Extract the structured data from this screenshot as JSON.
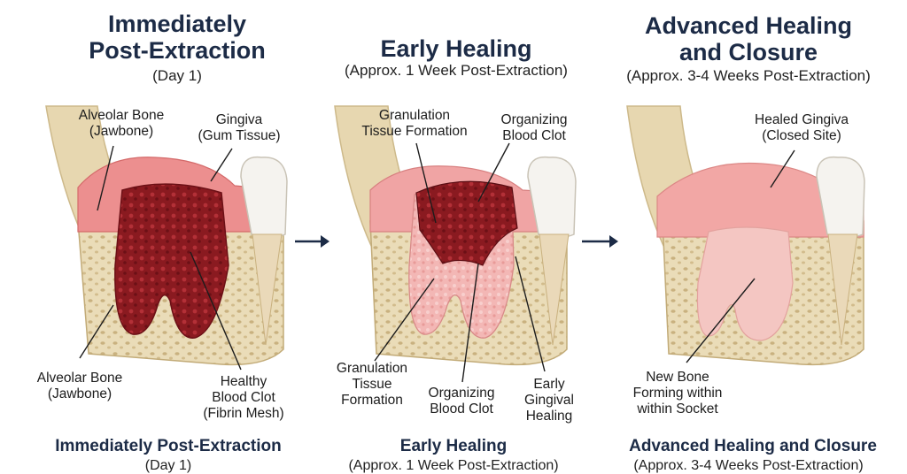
{
  "panels": [
    {
      "title_line1": "Immediately",
      "title_line2": "Post-Extraction",
      "subtitle": "(Day 1)",
      "labels": {
        "alveolar_top": [
          "Alveolar Bone",
          "(Jawbone)"
        ],
        "gingiva": [
          "Gingiva",
          "(Gum Tissue)"
        ],
        "alveolar_bottom": [
          "Alveolar Bone",
          "(Jawbone)"
        ],
        "clot": [
          "Healthy",
          "Blood Clot",
          "(Fibrin Mesh)"
        ]
      },
      "footer_title": "Immediately Post-Extraction",
      "footer_sub": "(Day 1)"
    },
    {
      "title": "Early Healing",
      "subtitle": "(Approx. 1 Week Post-Extraction)",
      "labels": {
        "granulation_top": [
          "Granulation",
          "Tissue Formation"
        ],
        "organizing_top": [
          "Organizing",
          "Blood Clot"
        ],
        "granulation_bottom": [
          "Granulation",
          "Tissue",
          "Formation"
        ],
        "organizing_bottom": [
          "Organizing",
          "Blood Clot"
        ],
        "gingival": [
          "Early",
          "Gingival",
          "Healing"
        ]
      },
      "footer_title": "Early Healing",
      "footer_sub": "(Approx. 1 Week Post-Extraction)"
    },
    {
      "title_line1": "Advanced Healing",
      "title_line2": "and Closure",
      "subtitle": "(Approx. 3-4 Weeks Post-Extraction)",
      "labels": {
        "healed": [
          "Healed Gingiva",
          "(Closed Site)"
        ],
        "new_bone": [
          "New Bone",
          "Forming within",
          "within Socket"
        ]
      },
      "footer_title": "Advanced Healing and Closure",
      "footer_sub": "(Approx. 3-4 Weeks Post-Extraction)"
    }
  ],
  "colors": {
    "bone": "#eadcb8",
    "gum": "#ec8f8f",
    "clot": "#8e1a1f",
    "granulation": "#f2b3b3",
    "tooth": "#f5f3ef",
    "arrow": "#1c2b46"
  },
  "arrow_icon": "right-arrow-icon"
}
